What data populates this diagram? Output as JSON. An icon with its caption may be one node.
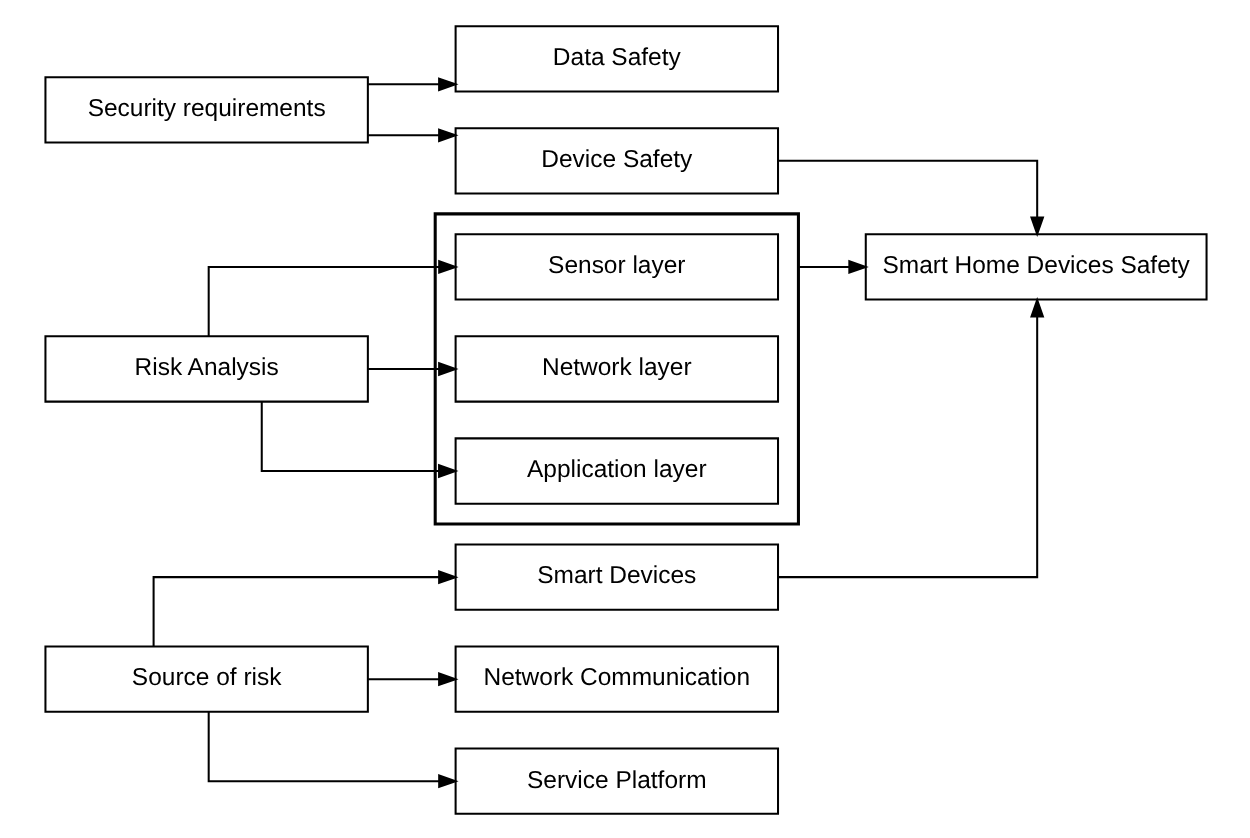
{
  "diagram": {
    "nodes": [
      {
        "text": [
          "Security requirements"
        ]
      },
      {
        "text": [
          "Data Safety"
        ]
      },
      {
        "text": [
          "Device Safety"
        ]
      },
      {
        "text": [
          "Risk Analysis"
        ]
      },
      {
        "text": [],
        "shape": "box"
      },
      {
        "text": [
          "Sensor layer"
        ],
        "in": 4
      },
      {
        "text": [
          "Network layer"
        ],
        "in": 4
      },
      {
        "text": [
          "Application layer"
        ],
        "in": 4
      },
      {
        "text": [
          "Smart Home Devices Safety"
        ]
      },
      {
        "text": [
          "Source of risk"
        ]
      },
      {
        "text": [
          "Smart Devices"
        ]
      },
      {
        "text": [
          "Network Communication"
        ]
      },
      {
        "text": [
          "Service Platform"
        ]
      }
    ],
    "edges": [
      {
        "from": 0,
        "to": 1,
        "arrow": "to"
      },
      {
        "from": 0,
        "to": 2,
        "arrow": "to"
      },
      {
        "from": 3,
        "to": 5,
        "arrow": "to"
      },
      {
        "from": 3,
        "to": 6,
        "arrow": "to"
      },
      {
        "from": 3,
        "to": 7,
        "arrow": "to"
      },
      {
        "from": 2,
        "to": 8,
        "arrow": "to"
      },
      {
        "from": 4,
        "to": 8,
        "arrow": "to"
      },
      {
        "from": 10,
        "to": 8,
        "arrow": "to"
      },
      {
        "from": 9,
        "to": 10,
        "arrow": "to"
      },
      {
        "from": 9,
        "to": 11,
        "arrow": "to"
      },
      {
        "from": 9,
        "to": 12,
        "arrow": "to"
      }
    ]
  }
}
